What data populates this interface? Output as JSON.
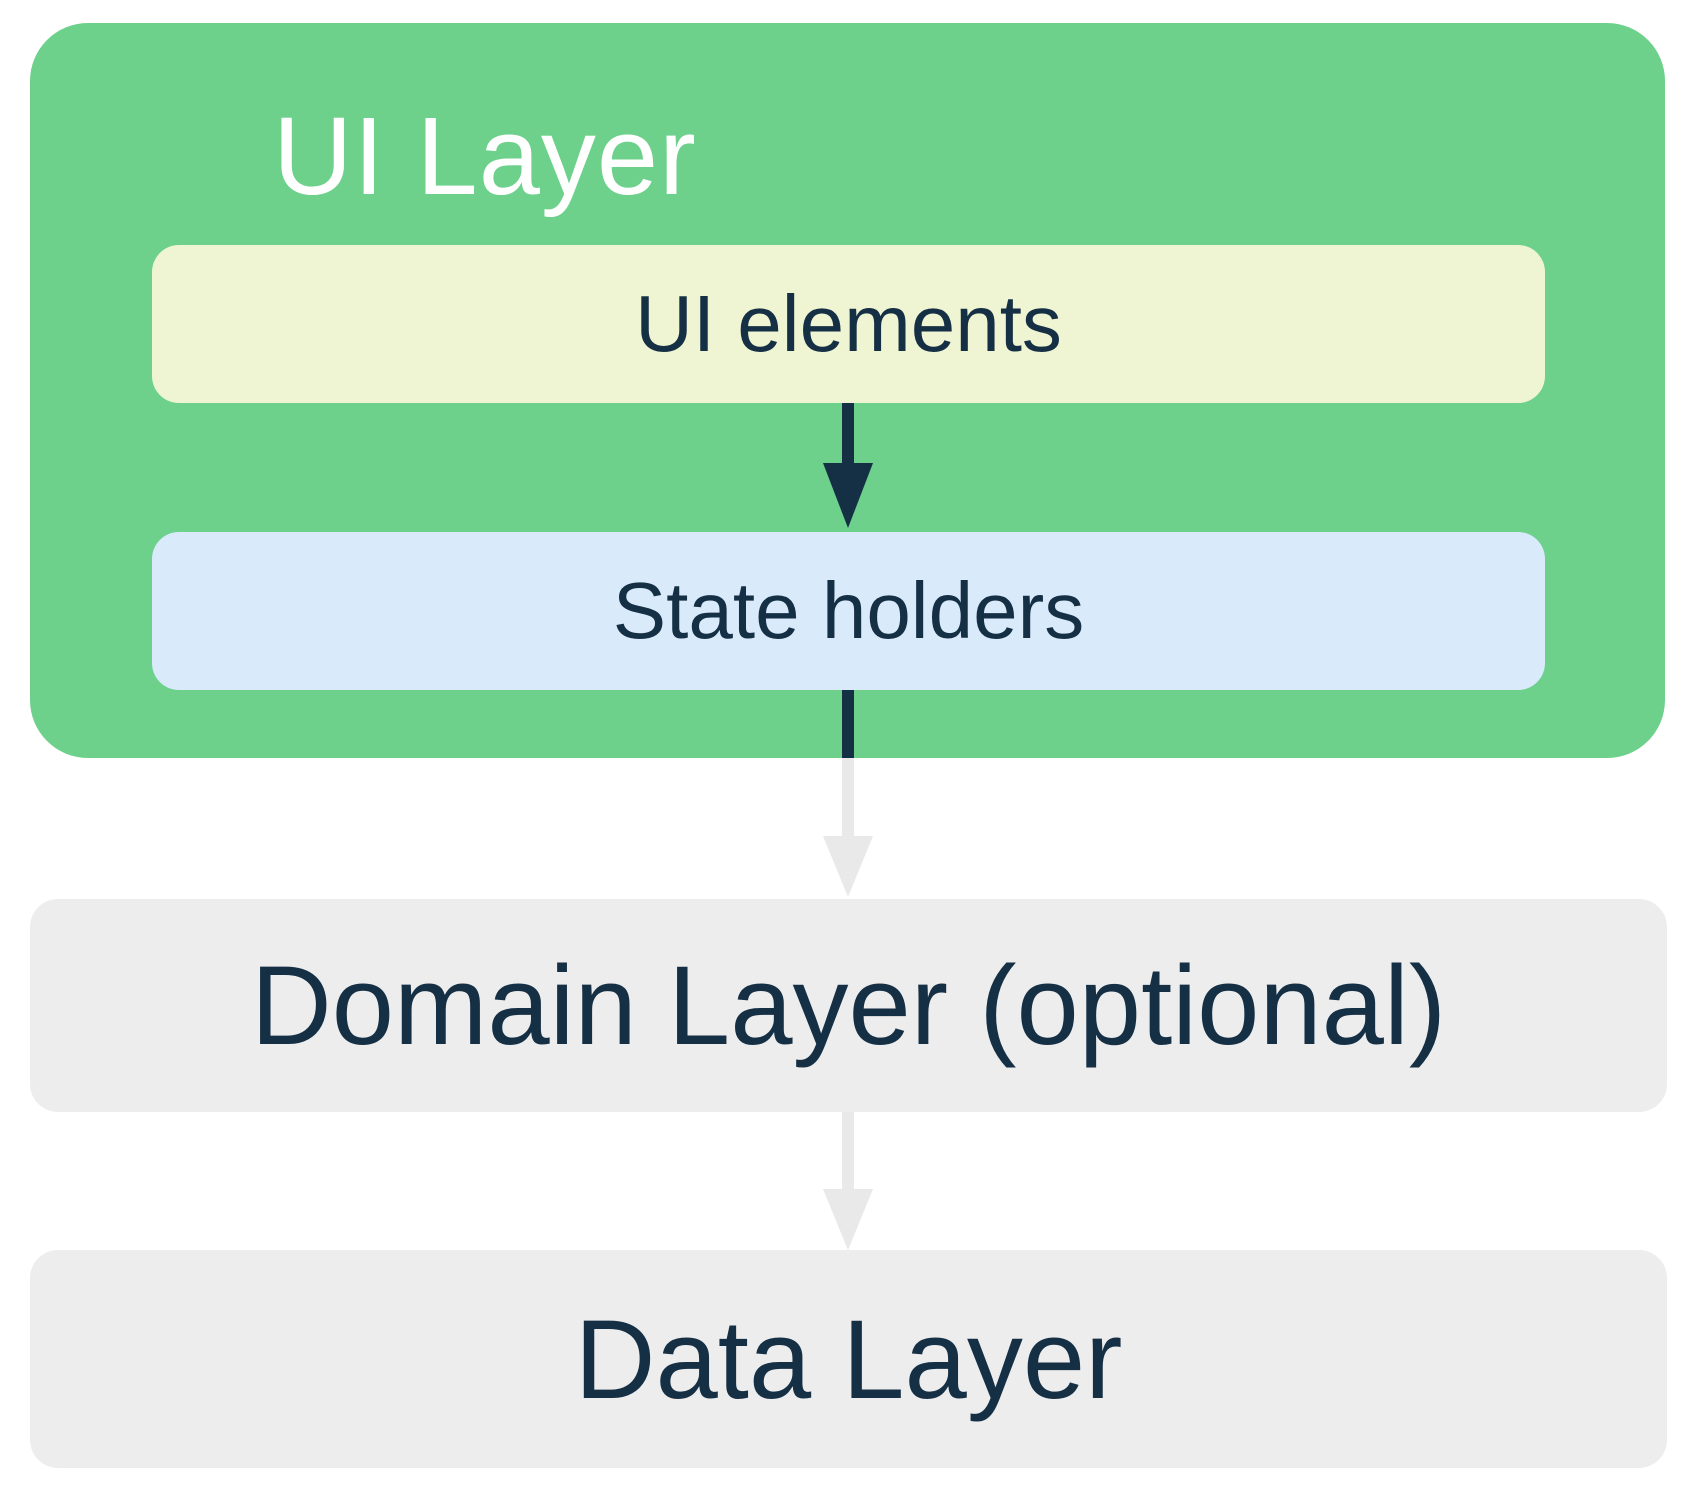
{
  "diagram": {
    "ui_layer": {
      "title": "UI Layer",
      "ui_elements_label": "UI elements",
      "state_holders_label": "State holders"
    },
    "domain_layer_label": "Domain Layer (optional)",
    "data_layer_label": "Data Layer",
    "arrows": [
      {
        "from": "UI elements",
        "to": "State holders",
        "style": "dark"
      },
      {
        "from": "State holders",
        "to": "Domain Layer (optional)",
        "style": "dark-fading-to-light"
      },
      {
        "from": "Domain Layer (optional)",
        "to": "Data Layer",
        "style": "light"
      }
    ],
    "colors": {
      "ui_layer_bg": "#6dd18c",
      "ui_elements_bg": "#eff5d2",
      "state_holders_bg": "#d9eafb",
      "layer_box_bg": "#ededee",
      "dark_arrow": "#152f44",
      "light_arrow": "#e9e9e9",
      "dark_text": "#152f44",
      "title_text": "#ffffff",
      "page_bg": "#ffffff"
    }
  }
}
